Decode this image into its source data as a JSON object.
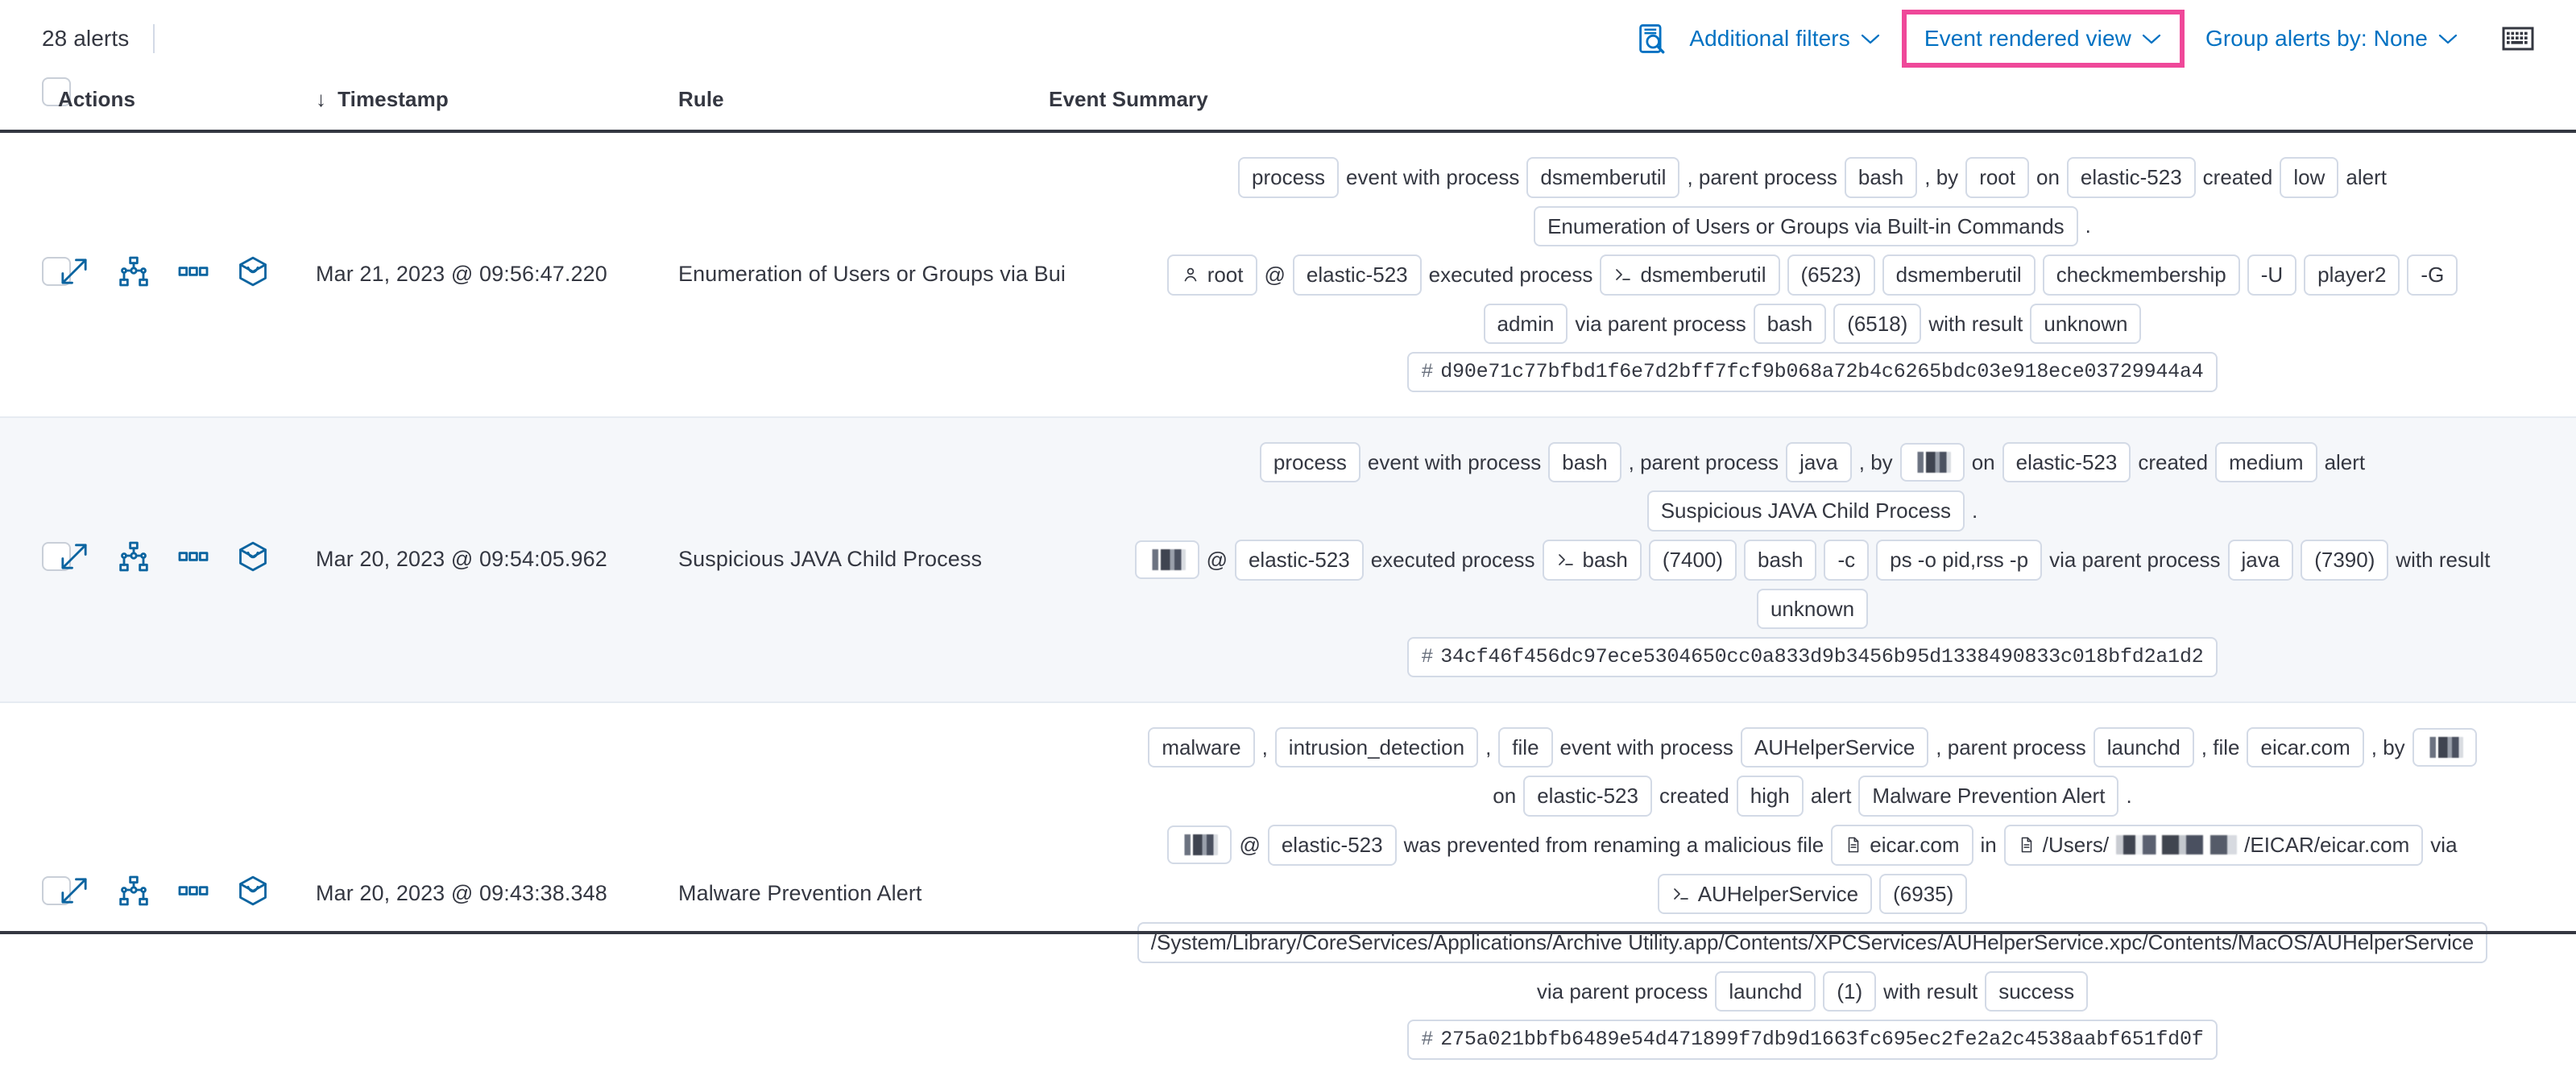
{
  "toolbar": {
    "alerts_count": "28 alerts",
    "inspect_icon": "inspect-search-icon",
    "additional_filters": "Additional filters",
    "event_rendered_view": "Event rendered view",
    "group_alerts_by": "Group alerts by: None",
    "keyboard_icon": "keyboard-icon",
    "caret": "⌄",
    "highlight_color": "#ef4899",
    "link_color": "#0071c2"
  },
  "table": {
    "headers": {
      "actions": "Actions",
      "timestamp": "Timestamp",
      "rule": "Rule",
      "event_summary": "Event Summary",
      "sort_arrow": "↓"
    },
    "row_actions": [
      "expand-icon",
      "session-view-icon",
      "more-actions-icon",
      "package-icon"
    ]
  },
  "rows": [
    {
      "timestamp": "Mar 21, 2023 @ 09:56:47.220",
      "rule": "Enumeration of Users or Groups via Bui",
      "summary_lines": [
        [
          {
            "t": "badge",
            "v": "process"
          },
          {
            "t": "text",
            "v": "event with process"
          },
          {
            "t": "badge",
            "v": "dsmemberutil"
          },
          {
            "t": "text",
            "v": ", parent process"
          },
          {
            "t": "badge",
            "v": "bash"
          },
          {
            "t": "text",
            "v": ", by"
          },
          {
            "t": "badge",
            "v": "root"
          },
          {
            "t": "text",
            "v": "on"
          },
          {
            "t": "badge",
            "v": "elastic-523"
          },
          {
            "t": "text",
            "v": "created"
          },
          {
            "t": "badge",
            "v": "low"
          },
          {
            "t": "text",
            "v": "alert"
          }
        ],
        [
          {
            "t": "badge",
            "v": "Enumeration of Users or Groups via Built-in Commands"
          },
          {
            "t": "text",
            "v": "."
          }
        ],
        [
          {
            "t": "badge",
            "v": "root",
            "icon": "user-icon"
          },
          {
            "t": "text",
            "v": "@"
          },
          {
            "t": "badge",
            "v": "elastic-523"
          },
          {
            "t": "text",
            "v": "executed process"
          },
          {
            "t": "badge",
            "v": "dsmemberutil",
            "icon": "console-icon"
          },
          {
            "t": "badge",
            "v": "(6523)"
          },
          {
            "t": "badge",
            "v": "dsmemberutil"
          },
          {
            "t": "badge",
            "v": "checkmembership"
          },
          {
            "t": "badge",
            "v": "-U"
          },
          {
            "t": "badge",
            "v": "player2"
          },
          {
            "t": "badge",
            "v": "-G"
          }
        ],
        [
          {
            "t": "badge",
            "v": "admin"
          },
          {
            "t": "text",
            "v": "via parent process"
          },
          {
            "t": "badge",
            "v": "bash"
          },
          {
            "t": "badge",
            "v": "(6518)"
          },
          {
            "t": "text",
            "v": "with result"
          },
          {
            "t": "badge",
            "v": "unknown"
          }
        ],
        [
          {
            "t": "hash",
            "v": "d90e71c77bfbd1f6e7d2bff7fcf9b068a72b4c6265bdc03e918ece03729944a4"
          }
        ]
      ]
    },
    {
      "timestamp": "Mar 20, 2023 @ 09:54:05.962",
      "rule": "Suspicious JAVA Child Process",
      "summary_lines": [
        [
          {
            "t": "badge",
            "v": "process"
          },
          {
            "t": "text",
            "v": "event with process"
          },
          {
            "t": "badge",
            "v": "bash"
          },
          {
            "t": "text",
            "v": ", parent process"
          },
          {
            "t": "badge",
            "v": "java"
          },
          {
            "t": "text",
            "v": ", by"
          },
          {
            "t": "badge",
            "v": "",
            "redacted": true
          },
          {
            "t": "text",
            "v": "on"
          },
          {
            "t": "badge",
            "v": "elastic-523"
          },
          {
            "t": "text",
            "v": "created"
          },
          {
            "t": "badge",
            "v": "medium"
          },
          {
            "t": "text",
            "v": "alert"
          }
        ],
        [
          {
            "t": "badge",
            "v": "Suspicious JAVA Child Process"
          },
          {
            "t": "text",
            "v": "."
          }
        ],
        [
          {
            "t": "badge",
            "v": "",
            "redacted": true
          },
          {
            "t": "text",
            "v": "@"
          },
          {
            "t": "badge",
            "v": "elastic-523"
          },
          {
            "t": "text",
            "v": "executed process"
          },
          {
            "t": "badge",
            "v": "bash",
            "icon": "console-icon"
          },
          {
            "t": "badge",
            "v": "(7400)"
          },
          {
            "t": "badge",
            "v": "bash"
          },
          {
            "t": "badge",
            "v": "-c"
          },
          {
            "t": "badge",
            "v": "ps -o pid,rss -p"
          },
          {
            "t": "text",
            "v": "via parent process"
          },
          {
            "t": "badge",
            "v": "java"
          },
          {
            "t": "badge",
            "v": "(7390)"
          },
          {
            "t": "text",
            "v": "with result"
          }
        ],
        [
          {
            "t": "badge",
            "v": "unknown"
          }
        ],
        [
          {
            "t": "hash",
            "v": "34cf46f456dc97ece5304650cc0a833d9b3456b95d1338490833c018bfd2a1d2"
          }
        ]
      ]
    },
    {
      "timestamp": "Mar 20, 2023 @ 09:43:38.348",
      "rule": "Malware Prevention Alert",
      "summary_lines": [
        [
          {
            "t": "badge",
            "v": "malware"
          },
          {
            "t": "text",
            "v": ","
          },
          {
            "t": "badge",
            "v": "intrusion_detection"
          },
          {
            "t": "text",
            "v": ","
          },
          {
            "t": "badge",
            "v": "file"
          },
          {
            "t": "text",
            "v": "event with process"
          },
          {
            "t": "badge",
            "v": "AUHelperService"
          },
          {
            "t": "text",
            "v": ", parent process"
          },
          {
            "t": "badge",
            "v": "launchd"
          },
          {
            "t": "text",
            "v": ", file"
          },
          {
            "t": "badge",
            "v": "eicar.com"
          },
          {
            "t": "text",
            "v": ", by"
          },
          {
            "t": "badge",
            "v": "",
            "redacted": true
          }
        ],
        [
          {
            "t": "text",
            "v": "on"
          },
          {
            "t": "badge",
            "v": "elastic-523"
          },
          {
            "t": "text",
            "v": "created"
          },
          {
            "t": "badge",
            "v": "high"
          },
          {
            "t": "text",
            "v": "alert"
          },
          {
            "t": "badge",
            "v": "Malware Prevention Alert"
          },
          {
            "t": "text",
            "v": "."
          }
        ],
        [
          {
            "t": "badge",
            "v": "",
            "redacted": true
          },
          {
            "t": "text",
            "v": "@"
          },
          {
            "t": "badge",
            "v": "elastic-523"
          },
          {
            "t": "text",
            "v": "was prevented from renaming a malicious file"
          },
          {
            "t": "badge",
            "v": "eicar.com",
            "icon": "file-icon"
          },
          {
            "t": "text",
            "v": "in"
          },
          {
            "t": "badge",
            "v": "/Users/",
            "suffix": "/EICAR/eicar.com",
            "icon": "file-icon",
            "redacted_inline": true
          },
          {
            "t": "text",
            "v": "via"
          }
        ],
        [
          {
            "t": "badge",
            "v": "AUHelperService",
            "icon": "console-icon"
          },
          {
            "t": "badge",
            "v": "(6935)"
          }
        ],
        [
          {
            "t": "badge",
            "v": "/System/Library/CoreServices/Applications/Archive Utility.app/Contents/XPCServices/AUHelperService.xpc/Contents/MacOS/AUHelperService"
          }
        ],
        [
          {
            "t": "text",
            "v": "via parent process"
          },
          {
            "t": "badge",
            "v": "launchd"
          },
          {
            "t": "badge",
            "v": "(1)"
          },
          {
            "t": "text",
            "v": "with result"
          },
          {
            "t": "badge",
            "v": "success"
          }
        ],
        [
          {
            "t": "hash",
            "v": "275a021bbfb6489e54d471899f7db9d1663fc695ec2fe2a2c4538aabf651fd0f"
          }
        ]
      ]
    }
  ]
}
